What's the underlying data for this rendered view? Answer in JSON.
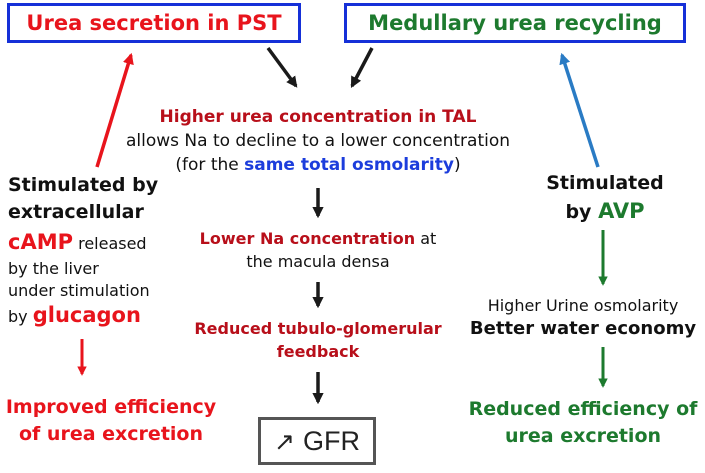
{
  "top": {
    "left_box": "Urea secretion in PST",
    "right_box": "Medullary urea recycling"
  },
  "center": {
    "line1": "Higher urea concentration in TAL",
    "line2": "allows Na to decline to a lower concentration",
    "line3_prefix": "(for the ",
    "line3_highlight": "same total osmolarity",
    "line3_suffix": ")",
    "step2_highlight": "Lower Na concentration",
    "step2_rest": " at",
    "step2_line2": "the macula densa",
    "step3_line1": "Reduced tubulo-glomerular",
    "step3_line2": "feedback",
    "gfr_arrow": "↗",
    "gfr_label": "GFR"
  },
  "left": {
    "line1": "Stimulated by",
    "line2": "extracellular",
    "camp": "cAMP",
    "camp_rest": " released",
    "line4": "by the liver",
    "line5": "under stimulation",
    "by": "by ",
    "glucagon": "glucagon",
    "result1": "Improved efficiency",
    "result2": "of urea excretion"
  },
  "right": {
    "line1": "Stimulated",
    "by": "by ",
    "avp": "AVP",
    "osm": "Higher Urine osmolarity",
    "water": "Better water economy",
    "result1": "Reduced efficiency of",
    "result2": "urea excretion"
  },
  "colors": {
    "red": "#e8141c",
    "dark_red": "#b80f1a",
    "green": "#1d7a2e",
    "blue": "#1c3ddc",
    "box_border": "#1530d8",
    "arrow_black": "#1a1a1a",
    "arrow_blue": "#2a7bc4"
  }
}
